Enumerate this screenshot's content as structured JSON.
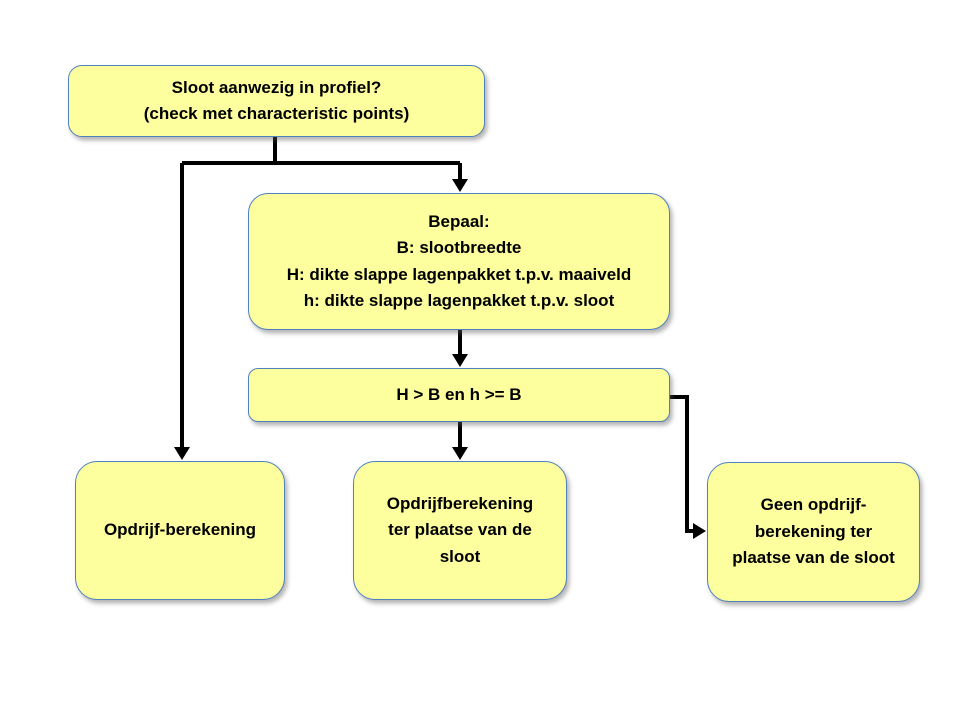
{
  "colors": {
    "box_fill": "#FDFF9E",
    "box_border": "#4F81BD",
    "arrow": "#000000",
    "text_color": "#000000",
    "background": "#FFFFFF"
  },
  "flowchart": {
    "nodes": {
      "start": {
        "label": "Sloot aanwezig in profiel?\n(check met characteristic  points)"
      },
      "bepaal": {
        "label": "Bepaal:\nB: slootbreedte\nH: dikte slappe lagenpakket t.p.v. maaiveld\nh: dikte slappe lagenpakket t.p.v. sloot"
      },
      "condition": {
        "label": "H > B  en  h >= B"
      },
      "opdrijf": {
        "label": "Opdrijf-berekening"
      },
      "opdrijf_sloot": {
        "label": "Opdrijfberekening\nter plaatse van de\nsloot"
      },
      "geen_opdrijf": {
        "label": "Geen opdrijf-\nberekening ter\nplaatse van de sloot"
      }
    }
  }
}
